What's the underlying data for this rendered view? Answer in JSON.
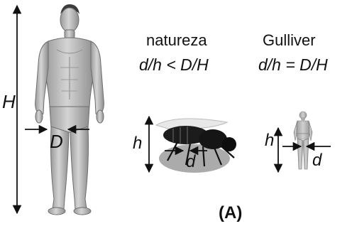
{
  "labels": {
    "H": "H",
    "D": "D",
    "h_fly": "h",
    "d_fly": "d",
    "h_gulliver": "h",
    "d_gulliver": "d"
  },
  "columns": {
    "natureza": {
      "title": "natureza",
      "relation": "d/h < D/H"
    },
    "gulliver": {
      "title": "Gulliver",
      "relation": "d/h = D/H"
    }
  },
  "panel_label": "(A)"
}
